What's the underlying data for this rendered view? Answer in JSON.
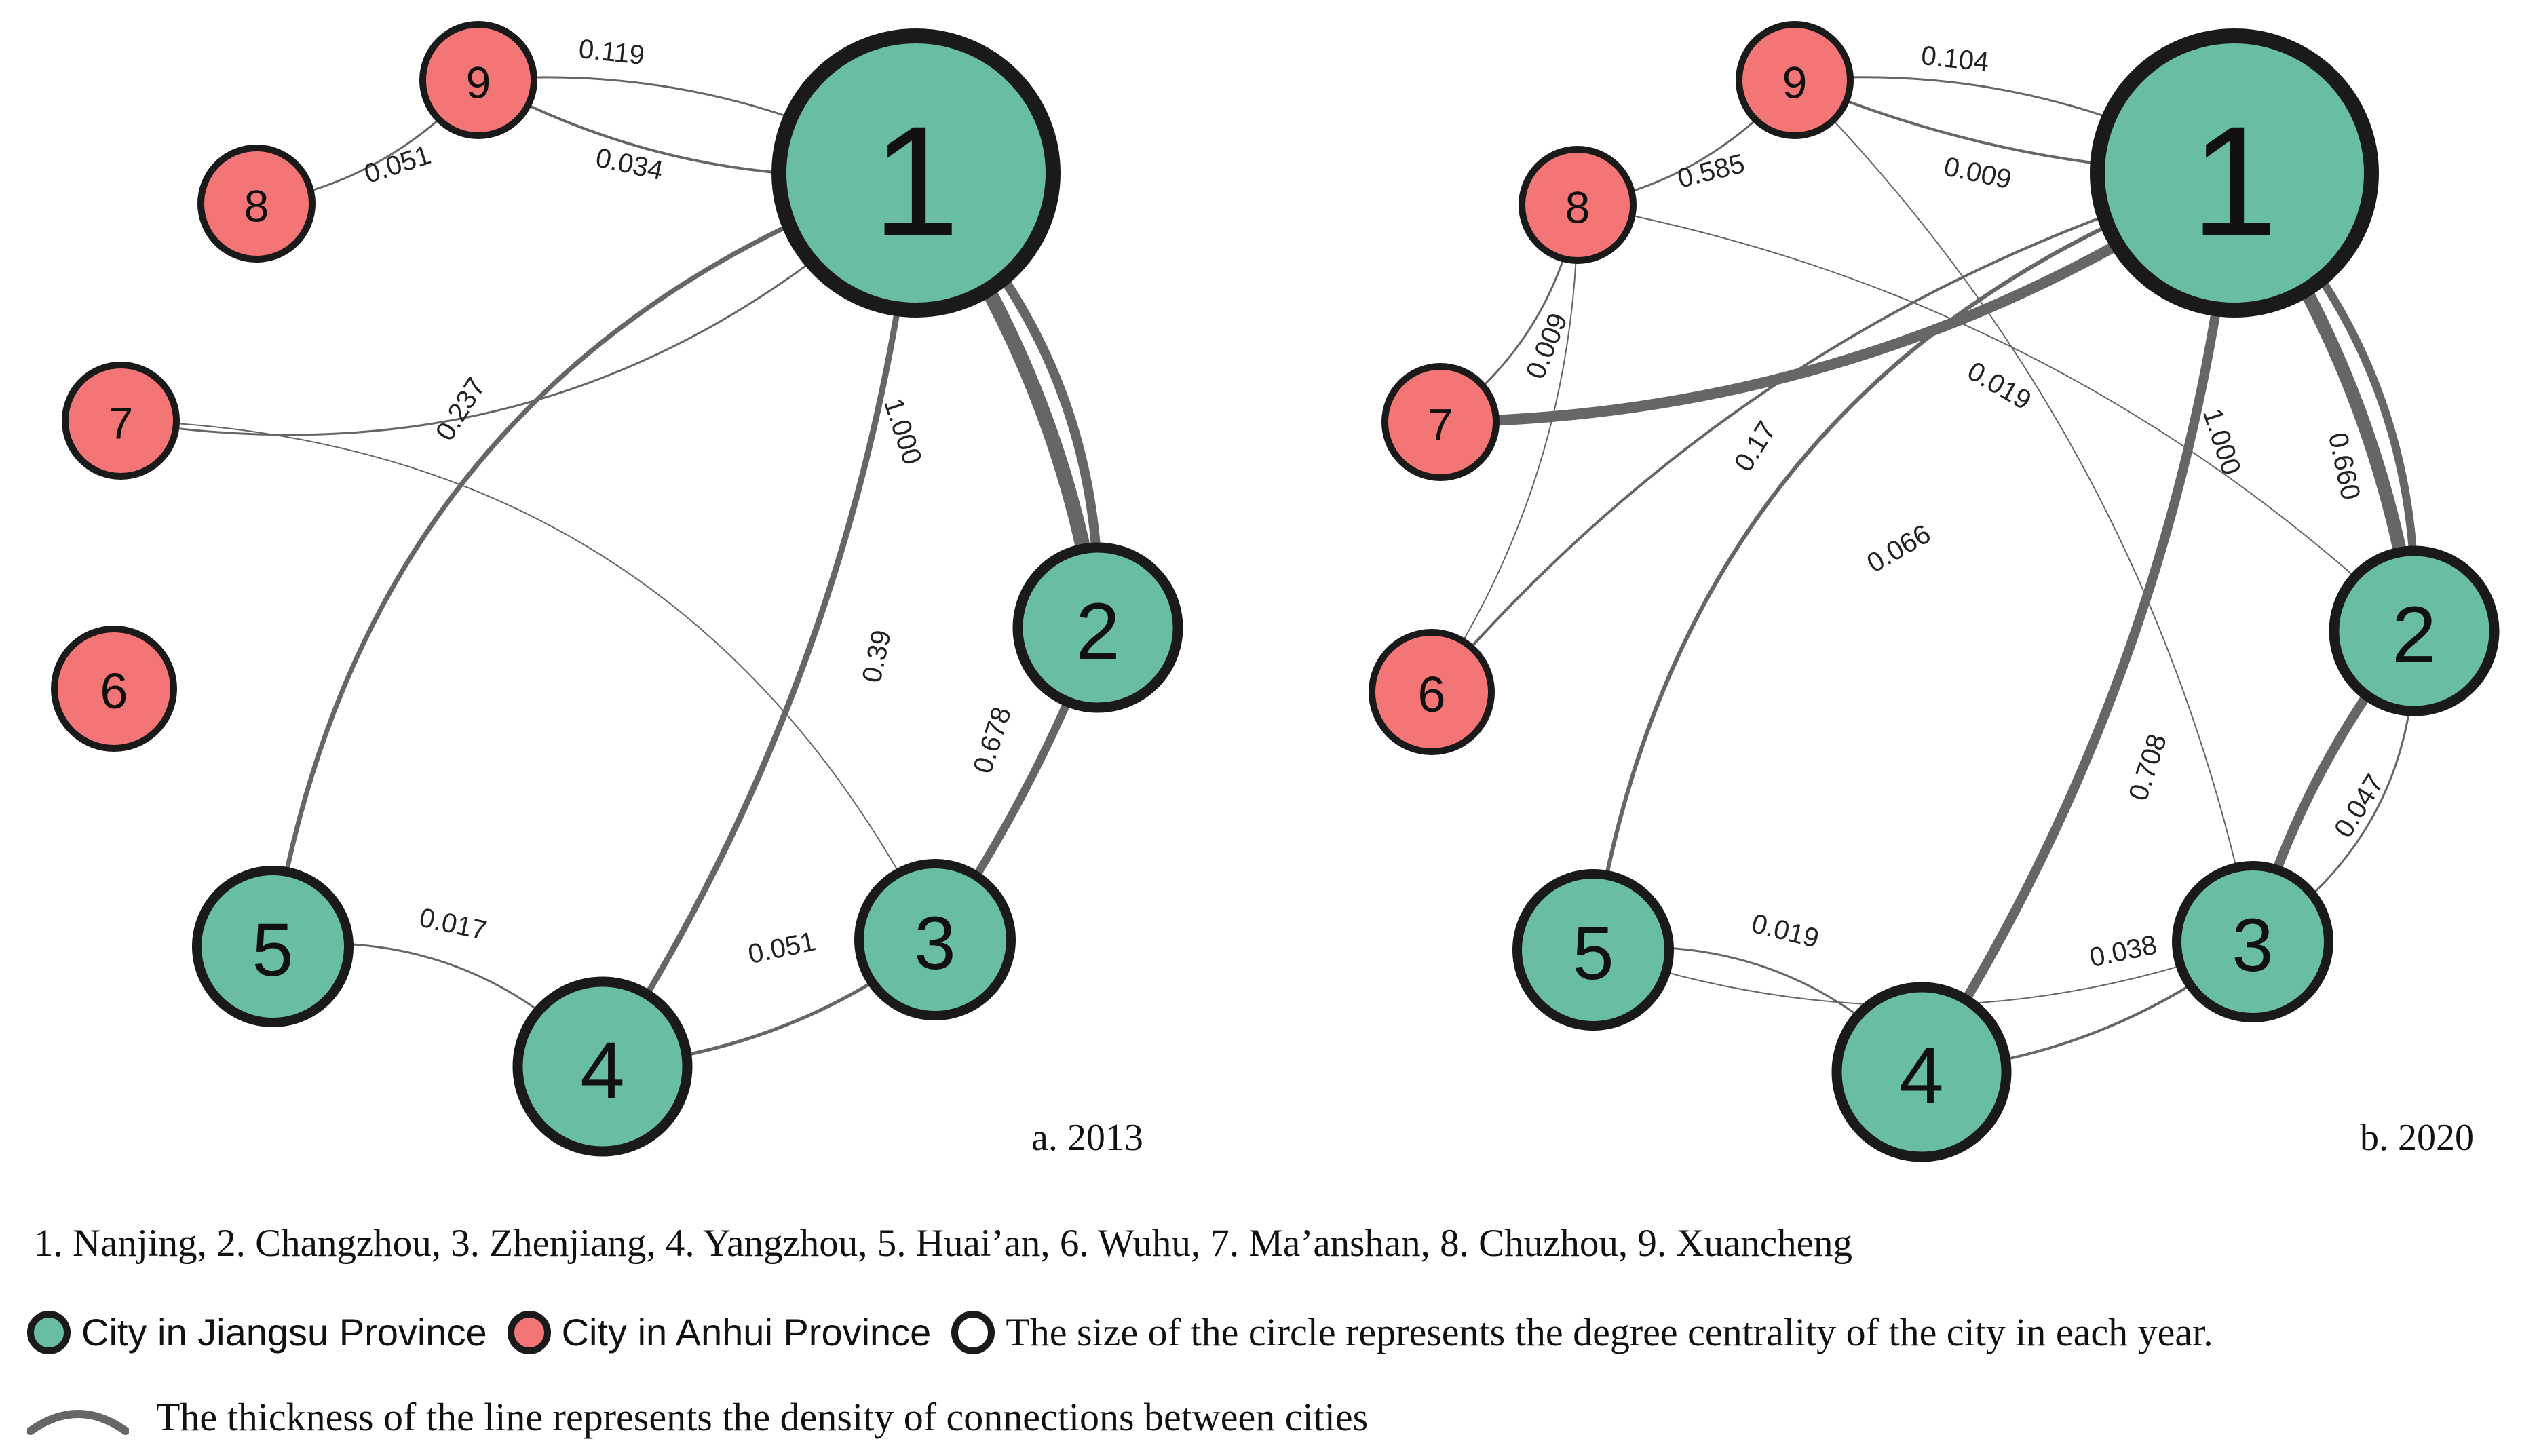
{
  "colors": {
    "jiangsu": "#69bda5",
    "anhui": "#f47575",
    "edge": "#666666",
    "outline": "#1a1a1a"
  },
  "panels": [
    {
      "label": "a. 2013",
      "nodes": [
        {
          "id": "1",
          "label": "1",
          "group": "jiangsu"
        },
        {
          "id": "2",
          "label": "2",
          "group": "jiangsu"
        },
        {
          "id": "3",
          "label": "3",
          "group": "jiangsu"
        },
        {
          "id": "4",
          "label": "4",
          "group": "jiangsu"
        },
        {
          "id": "5",
          "label": "5",
          "group": "jiangsu"
        },
        {
          "id": "6",
          "label": "6",
          "group": "anhui"
        },
        {
          "id": "7",
          "label": "7",
          "group": "anhui"
        },
        {
          "id": "8",
          "label": "8",
          "group": "anhui"
        },
        {
          "id": "9",
          "label": "9",
          "group": "anhui"
        }
      ],
      "edges": [
        {
          "from": "9",
          "to": "1",
          "value": "0.119"
        },
        {
          "from": "9",
          "to": "1",
          "value": "0.034"
        },
        {
          "from": "8",
          "to": "9",
          "value": ""
        },
        {
          "from": "7",
          "to": "1",
          "value": "0.051"
        },
        {
          "from": "1",
          "to": "2",
          "value": "1.000"
        },
        {
          "from": "1",
          "to": "2",
          "value": ""
        },
        {
          "from": "1",
          "to": "5",
          "value": "0.237"
        },
        {
          "from": "1",
          "to": "4",
          "value": "0.39"
        },
        {
          "from": "7",
          "to": "3",
          "value": ""
        },
        {
          "from": "2",
          "to": "3",
          "value": "0.678"
        },
        {
          "from": "5",
          "to": "4",
          "value": "0.017"
        },
        {
          "from": "4",
          "to": "3",
          "value": "0.051"
        }
      ]
    },
    {
      "label": "b. 2020",
      "nodes": [
        {
          "id": "1",
          "label": "1",
          "group": "jiangsu"
        },
        {
          "id": "2",
          "label": "2",
          "group": "jiangsu"
        },
        {
          "id": "3",
          "label": "3",
          "group": "jiangsu"
        },
        {
          "id": "4",
          "label": "4",
          "group": "jiangsu"
        },
        {
          "id": "5",
          "label": "5",
          "group": "jiangsu"
        },
        {
          "id": "6",
          "label": "6",
          "group": "anhui"
        },
        {
          "id": "7",
          "label": "7",
          "group": "anhui"
        },
        {
          "id": "8",
          "label": "8",
          "group": "anhui"
        },
        {
          "id": "9",
          "label": "9",
          "group": "anhui"
        }
      ],
      "edges": [
        {
          "from": "9",
          "to": "1",
          "value": "0.104"
        },
        {
          "from": "9",
          "to": "1",
          "value": "0.009"
        },
        {
          "from": "8",
          "to": "9",
          "value": ""
        },
        {
          "from": "7",
          "to": "1",
          "value": "0.585"
        },
        {
          "from": "8",
          "to": "7",
          "value": "0.009"
        },
        {
          "from": "8",
          "to": "6",
          "value": ""
        },
        {
          "from": "9",
          "to": "3",
          "value": "0.019"
        },
        {
          "from": "8",
          "to": "2",
          "value": ""
        },
        {
          "from": "1",
          "to": "2",
          "value": "1.000"
        },
        {
          "from": "1",
          "to": "2",
          "value": "0.660"
        },
        {
          "from": "1",
          "to": "5",
          "value": "0.17"
        },
        {
          "from": "1",
          "to": "6",
          "value": "0.066"
        },
        {
          "from": "1",
          "to": "4",
          "value": "0.708"
        },
        {
          "from": "2",
          "to": "3",
          "value": "0.047"
        },
        {
          "from": "2",
          "to": "3",
          "value": ""
        },
        {
          "from": "5",
          "to": "3",
          "value": ""
        },
        {
          "from": "5",
          "to": "4",
          "value": "0.019"
        },
        {
          "from": "4",
          "to": "3",
          "value": "0.038"
        }
      ]
    }
  ],
  "caption": "1. Nanjing, 2. Changzhou, 3. Zhenjiang, 4. Yangzhou, 5. Huai’an, 6. Wuhu, 7. Ma’anshan, 8. Chuzhou, 9. Xuancheng",
  "legend": {
    "jiangsu": "City in Jiangsu Province",
    "anhui": "City in Anhui Province",
    "size": "The size of the circle represents the degree centrality of the city  in each year.",
    "line": "The thickness of the line represents the density of connections between cities"
  }
}
